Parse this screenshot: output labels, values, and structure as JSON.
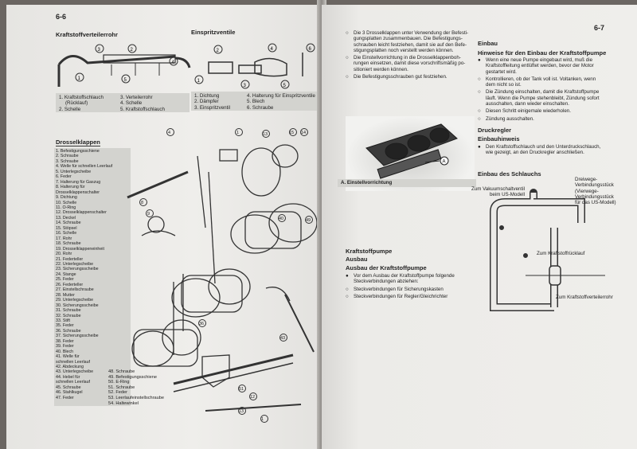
{
  "left_page": {
    "page_number": "6-6",
    "fuel_rail": {
      "title": "Kraftstoffverteilerrohr",
      "legend_col1": [
        "1. Kraftstoffschlauch",
        "(Rücklauf)",
        "2. Schelle"
      ],
      "legend_col2": [
        "3. Verteilerrohr",
        "4. Schelle",
        "5. Kraftstoffschlauch"
      ]
    },
    "injectors": {
      "title": "Einspritzventile",
      "legend_col1": [
        "1. Dichtung",
        "2. Dämpfer",
        "3. Einspritzventil"
      ],
      "legend_col2": [
        "4. Halterung für Einspritzventile",
        "5. Blech",
        "6. Schraube"
      ]
    },
    "throttle": {
      "title": "Drosselklappen",
      "legend_main": [
        "1. Befestigungsschiene",
        "2. Schraube",
        "3. Schraube",
        "4. Welle für schnellen Leerlauf",
        "5. Unterlegscheibe",
        "6. Feder",
        "7. Halterung für Gaszug",
        "8. Halterung für",
        "Drosselklappenschalter",
        "9. Dichtung",
        "10. Schelle",
        "11. O-Ring",
        "12. Drosselklappenschalter",
        "13. Deckel",
        "14. Schraube",
        "15. Stöpsel",
        "16. Schelle",
        "17. Rohr",
        "18. Schraube",
        "19. Drosselklappeneinheit",
        "20. Rohr",
        "21. Federteller",
        "22. Unterlegscheibe",
        "23. Sicherungsscheibe",
        "24. Stange",
        "25. Feder",
        "26. Federteller",
        "27. Einstellschraube",
        "28. Mutter",
        "29. Unterlegscheibe",
        "30. Sicherungsscheibe",
        "31. Schraube",
        "32. Schraube",
        "33. Stift",
        "35. Feder",
        "36. Schraube",
        "37. Sicherungsscheibe",
        "38. Feder",
        "39. Feder",
        "40. Blech",
        "41. Welle für",
        "schnellen Leerlauf",
        "42. Abdeckung",
        "43. Unterlegscheibe",
        "44. Hebel für",
        "schnellen Leerlauf",
        "45. Schraube",
        "46. Stahlkugel",
        "47. Feder"
      ],
      "legend_extra": [
        "48. Schraube",
        "49. Befestigungsschiene",
        "50. E-Ring",
        "51. Schraube",
        "52. Feder",
        "53. Leerlaufeinstellschraube",
        "54. Haltewinkel"
      ]
    }
  },
  "right_page": {
    "page_number": "6-7",
    "top_notes": [
      {
        "marker": "○",
        "text": [
          "Die 3 Drosselklappen unter Verwendung der Befesti-",
          "gungsplatten zusammenbauen. Die Befestigungs-",
          "schrauben leicht festziehen, damit sie auf den Befe-",
          "stigungsplatten noch verstellt werden können."
        ]
      },
      {
        "marker": "○",
        "text": [
          "Die Einstellvorrichtung in die Drosselklappenboh-",
          "rungen einsetzen, damit diese vorschriftsmäßig po-",
          "sitioniert werden können."
        ]
      },
      {
        "marker": "○",
        "text": [
          "Die Befestigungsschrauben gut festziehen."
        ]
      }
    ],
    "photo_label": "A",
    "photo_caption": "A. Einstellvorrichtung",
    "installation": {
      "title": "Einbau",
      "subtitle": "Hinweise für den Einbau der Kraftstoffpumpe",
      "items": [
        {
          "marker": "●",
          "text": [
            "Wenn eine neue Pumpe eingebaut wird, muß die",
            "Kraftstoffleitung entlüftet werden, bevor der Motor",
            "gestartet wird."
          ]
        },
        {
          "marker": "○",
          "text": [
            "Kontrollieren, ob der Tank voll ist. Voltanken, wenn",
            "dem nicht so ist."
          ]
        },
        {
          "marker": "○",
          "text": [
            "Die Zündung einschalten, damit die Kraftstoffpumpe",
            "läuft. Wenn die Pumpe stehenbleibt, Zündung sofort",
            "ausschalten, dann wieder einschalten."
          ]
        },
        {
          "marker": "○",
          "text": [
            "Diesen Schritt einigemale wiederholen."
          ]
        },
        {
          "marker": "○",
          "text": [
            "Zündung ausschalten."
          ]
        }
      ]
    },
    "pressure_regulator": {
      "title": "Druckregler",
      "subtitle": "Einbauhinweis",
      "items": [
        {
          "marker": "●",
          "text": [
            "Den Kraftstoffschlauch und den Unterdruckschlauch,",
            "wie gezeigt, an den Druckregler anschließen."
          ]
        }
      ]
    },
    "hose": {
      "title": "Einbau des Schlauchs",
      "labels": {
        "vacuum": [
          "Zum Vakuumschaltventil",
          "beim US-Modell"
        ],
        "threeway": [
          "Dreiwege-",
          "Verbindungsstück",
          "(Vierwege-",
          "Verbindungsstück",
          "für das US-Modell)"
        ],
        "return": "Zum Kraftstoffrücklauf",
        "rail": "Zum Kraftstoffverteilerrohr"
      }
    },
    "pump": {
      "section": "Kraftstoffpumpe",
      "removal": "Ausbau",
      "subtitle": "Ausbau der Kraftstoffpumpe",
      "items": [
        {
          "marker": "●",
          "text": [
            "Vor dem Ausbau der Kraftstoffpumpe folgende",
            "Steckverbindungen abziehen:"
          ]
        },
        {
          "marker": "○",
          "text": [
            "Steckverbindungen für Sicherungskasten"
          ]
        },
        {
          "marker": "○",
          "text": [
            "Steckverbindungen für Regler/Gleichrichter"
          ]
        }
      ]
    }
  }
}
